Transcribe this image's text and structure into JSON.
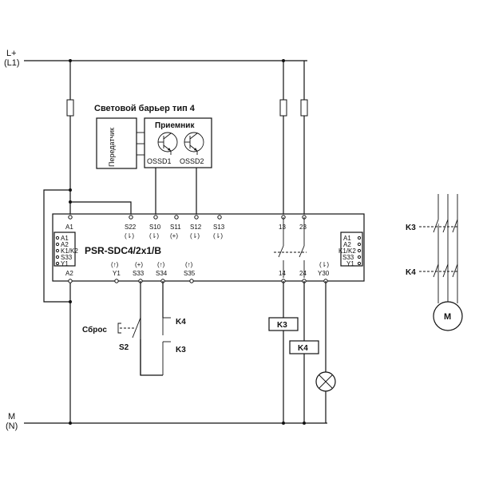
{
  "supply": {
    "positive": "L+",
    "positive_alt": "(L1)",
    "neutral": "M",
    "neutral_alt": "(N)"
  },
  "light_barrier": {
    "title": "Световой барьер тип 4",
    "transmitter": "Передатчик",
    "receiver": "Приемник",
    "ossd1": "OSSD1",
    "ossd2": "OSSD2"
  },
  "relay": {
    "model": "PSR-SDC4/2x1/B",
    "top_terminals": [
      "A1",
      "S22",
      "S10",
      "S11",
      "S12",
      "S13",
      "13",
      "23"
    ],
    "top_symbols": [
      "(⇂)",
      "(⇂)",
      "(+)",
      "(⇂)",
      "(⇂)"
    ],
    "bottom_terminals": [
      "A2",
      "Y1",
      "S33",
      "S34",
      "S35",
      "14",
      "24",
      "Y30"
    ],
    "bottom_symbols": [
      "(↑)",
      "(+)",
      "(↑)",
      "(↑)",
      "(⇂)"
    ],
    "left_status": [
      "A1",
      "A2",
      "K1/K2",
      "S33",
      "Y1"
    ],
    "right_status": [
      "A1",
      "A2",
      "K1/K2",
      "S33",
      "Y1"
    ]
  },
  "reset": {
    "label": "Сброс",
    "switch": "S2",
    "k4": "K4",
    "k3": "K3"
  },
  "coils": {
    "k3": "K3",
    "k4": "K4"
  },
  "motor": {
    "k3": "K3",
    "k4": "K4",
    "label": "M"
  },
  "colors": {
    "line": "#111111",
    "background": "#ffffff"
  }
}
